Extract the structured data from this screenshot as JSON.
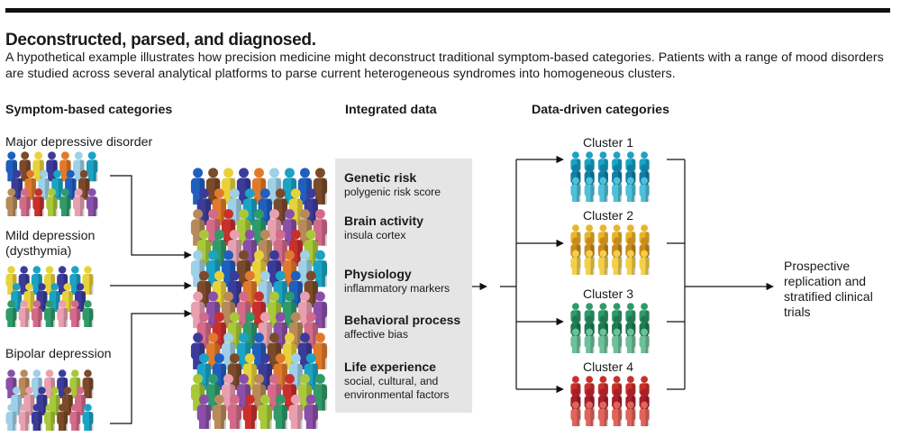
{
  "header": {
    "title": "Deconstructed, parsed, and diagnosed.",
    "subtitle": "A hypothetical example illustrates how precision medicine might deconstruct traditional symptom-based categories. Patients with a range of mood disorders are studied across several analytical platforms to parse current heterogeneous syndromes into homogeneous clusters."
  },
  "columns": {
    "symptom": "Symptom-based categories",
    "integrated": "Integrated data",
    "datadriven": "Data-driven categories"
  },
  "symptom_groups": [
    {
      "line1": "Major depressive disorder",
      "line2": ""
    },
    {
      "line1": "Mild depression",
      "line2": "(dysthymia)"
    },
    {
      "line1": "Bipolar depression",
      "line2": ""
    }
  ],
  "data_items": [
    {
      "heading": "Genetic risk",
      "detail": "polygenic risk score"
    },
    {
      "heading": "Brain activity",
      "detail": "insula cortex"
    },
    {
      "heading": "Physiology",
      "detail": "inflammatory markers"
    },
    {
      "heading": "Behavioral process",
      "detail": "affective bias"
    },
    {
      "heading": "Life experience",
      "detail": "social, cultural, and environmental factors"
    }
  ],
  "clusters": [
    {
      "label": "Cluster 1",
      "colors": [
        "#1aa3c4",
        "#0f7fa6",
        "#4ec0d8",
        "#0a6a8c"
      ]
    },
    {
      "label": "Cluster 2",
      "colors": [
        "#e8b52a",
        "#c98a1b",
        "#f2d04a",
        "#d99a2a"
      ]
    },
    {
      "label": "Cluster 3",
      "colors": [
        "#2f9a6a",
        "#1d7a52",
        "#6cc09a",
        "#0e6a48"
      ]
    },
    {
      "label": "Cluster 4",
      "colors": [
        "#c9302c",
        "#a81e2a",
        "#e0645c",
        "#8e1824"
      ]
    }
  ],
  "outcome": "Prospective replication and stratified clinical trials",
  "mixed_colors": [
    "#1f5fbf",
    "#c9302c",
    "#e8d23a",
    "#2f9a6a",
    "#e07a2a",
    "#8a4fa8",
    "#1aa3c4",
    "#d46a8a",
    "#7a4a2a",
    "#a8c83a",
    "#3b3b9a",
    "#e8a0b0",
    "#9ed0e8",
    "#b88a5a"
  ]
}
